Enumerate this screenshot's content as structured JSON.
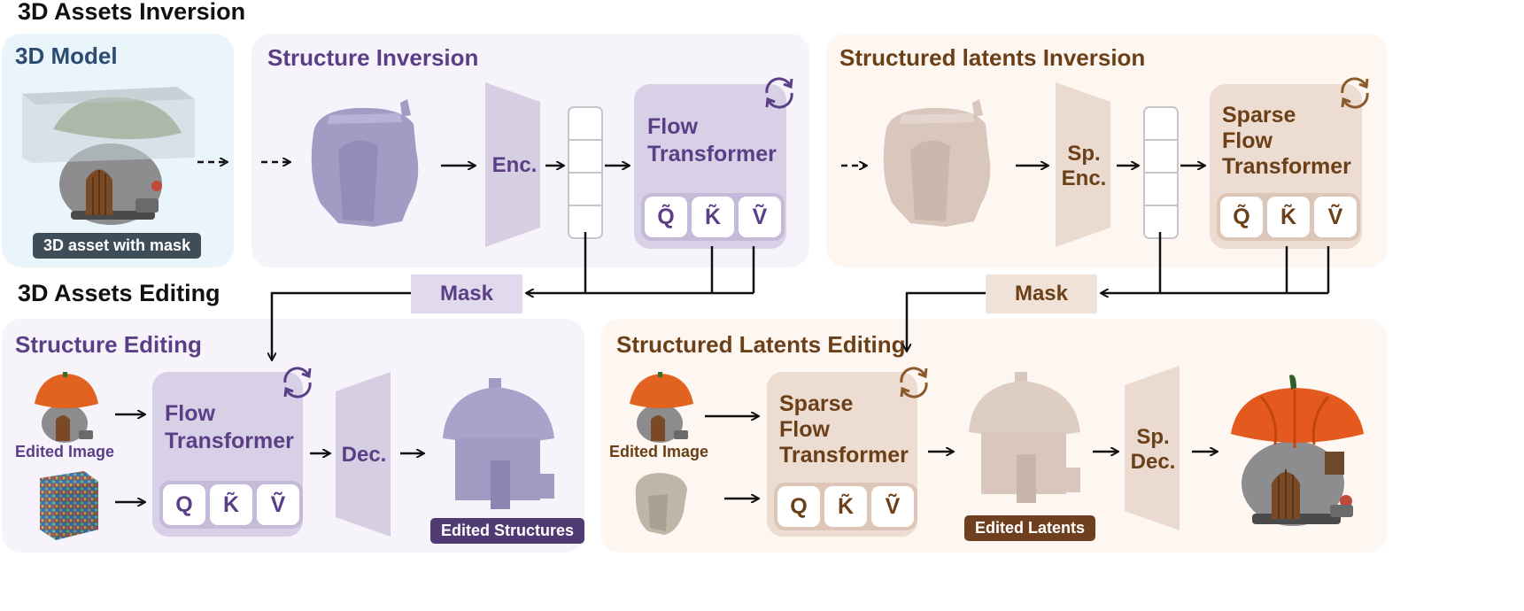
{
  "headings": {
    "inversion": "3D Assets Inversion",
    "editing": "3D Assets Editing"
  },
  "model_panel": {
    "title": "3D Model",
    "tag": "3D asset with mask"
  },
  "structure_inversion": {
    "title": "Structure Inversion",
    "encoder": "Enc.",
    "transformer_line1": "Flow",
    "transformer_line2": "Transformer",
    "q": "Q̃",
    "k": "K̃",
    "v": "Ṽ"
  },
  "latents_inversion": {
    "title": "Structured latents Inversion",
    "encoder_line1": "Sp.",
    "encoder_line2": "Enc.",
    "transformer_line1": "Sparse",
    "transformer_line2": "Flow",
    "transformer_line3": "Transformer",
    "q": "Q̃",
    "k": "K̃",
    "v": "Ṽ"
  },
  "masks": {
    "left": "Mask",
    "right": "Mask"
  },
  "structure_editing": {
    "title": "Structure Editing",
    "image_caption": "Edited Image",
    "transformer_line1": "Flow",
    "transformer_line2": "Transformer",
    "q": "Q",
    "k": "K̃",
    "v": "Ṽ",
    "decoder": "Dec.",
    "output_tag": "Edited Structures"
  },
  "latents_editing": {
    "title": "Structured Latents Editing",
    "image_caption": "Edited Image",
    "transformer_line1": "Sparse",
    "transformer_line2": "Flow",
    "transformer_line3": "Transformer",
    "q": "Q",
    "k": "K̃",
    "v": "Ṽ",
    "output_tag": "Edited Latents",
    "decoder_line1": "Sp.",
    "decoder_line2": "Dec."
  },
  "colors": {
    "purple_text": "#5b3f86",
    "brown_text": "#6b3f17",
    "purple_panel": "#f7f3fa",
    "brown_panel": "#fdf6f1",
    "blue_panel": "#eaf4fb"
  }
}
